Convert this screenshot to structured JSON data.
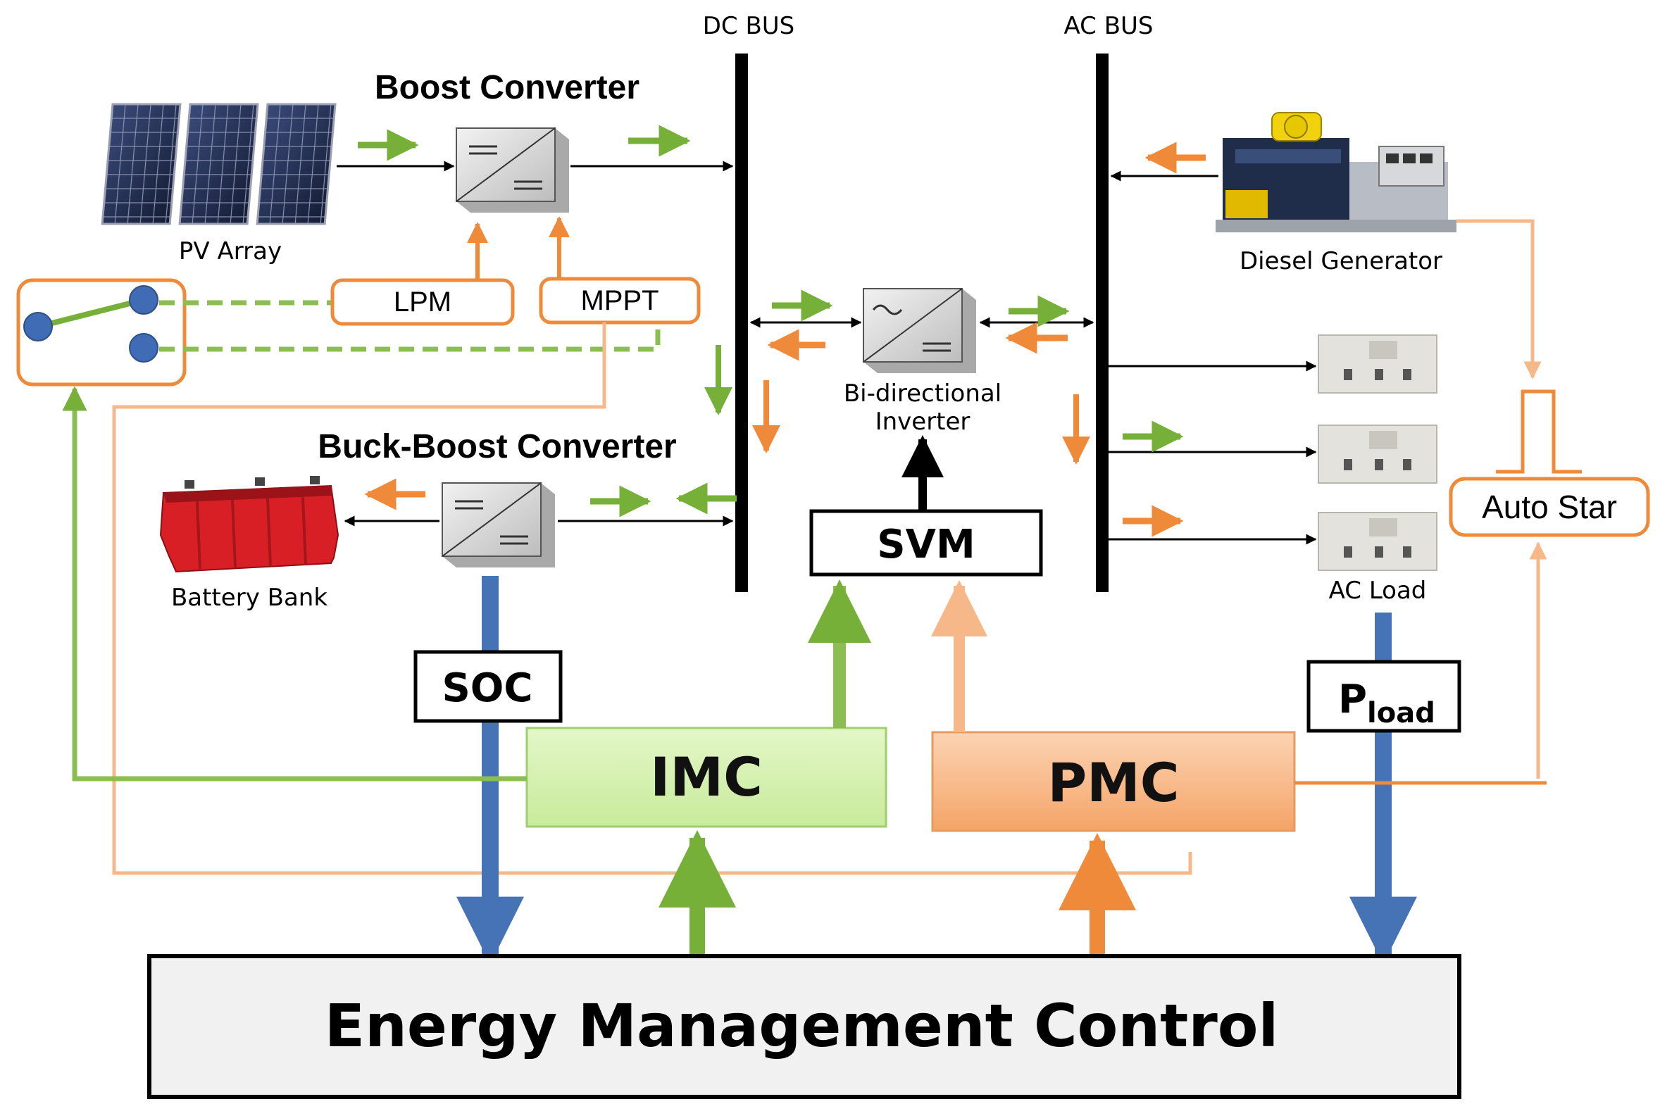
{
  "labels": {
    "dc_bus": "DC BUS",
    "ac_bus": "AC BUS",
    "boost_converter": "Boost  Converter",
    "pv_array": "PV Array",
    "lpm": "LPM",
    "mppt": "MPPT",
    "bidirectional_inverter_line1": "Bi-directional",
    "bidirectional_inverter_line2": "Inverter",
    "buck_boost_converter": "Buck-Boost Converter",
    "battery_bank": "Battery Bank",
    "svm": "SVM",
    "diesel_generator": "Diesel Generator",
    "ac_load": "AC Load",
    "auto_star": "Auto Star",
    "soc": "SOC",
    "pload_main": "P",
    "pload_sub": "load",
    "imc": "IMC",
    "pmc": "PMC",
    "energy_management_control": "Energy Management Control"
  },
  "colors": {
    "green_arrow": "#77b039",
    "orange_arrow": "#ef8a3a",
    "light_orange_line": "#f6b889",
    "blue_arrow": "#4573b6",
    "imc_fill": "#d6f2b4",
    "pmc_fill": "#f8b585",
    "emc_fill": "#f1f1f1",
    "battery_red": "#d81f26",
    "converter_fill": "#d9d9d9"
  }
}
